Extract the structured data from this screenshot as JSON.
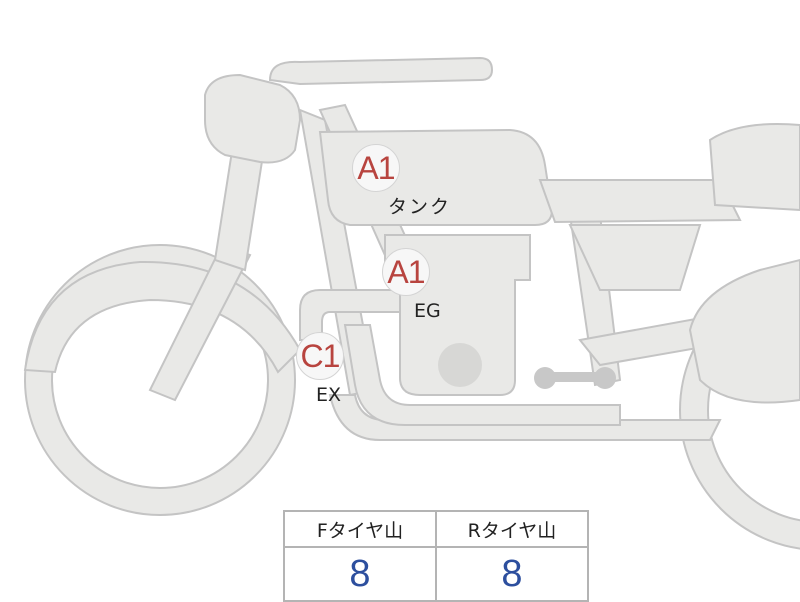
{
  "colors": {
    "body_fill": "#e9e9e7",
    "outline": "#c4c4c4",
    "grade_red": "#b8443f",
    "value_blue": "#2d4f9e"
  },
  "markers": [
    {
      "grade": "A1",
      "label": "タンク"
    },
    {
      "grade": "A1",
      "label": "EG"
    },
    {
      "grade": "C1",
      "label": "EX"
    }
  ],
  "tire_table": {
    "headers": [
      "Fタイヤ山",
      "Rタイヤ山"
    ],
    "values": [
      "8",
      "8"
    ]
  }
}
